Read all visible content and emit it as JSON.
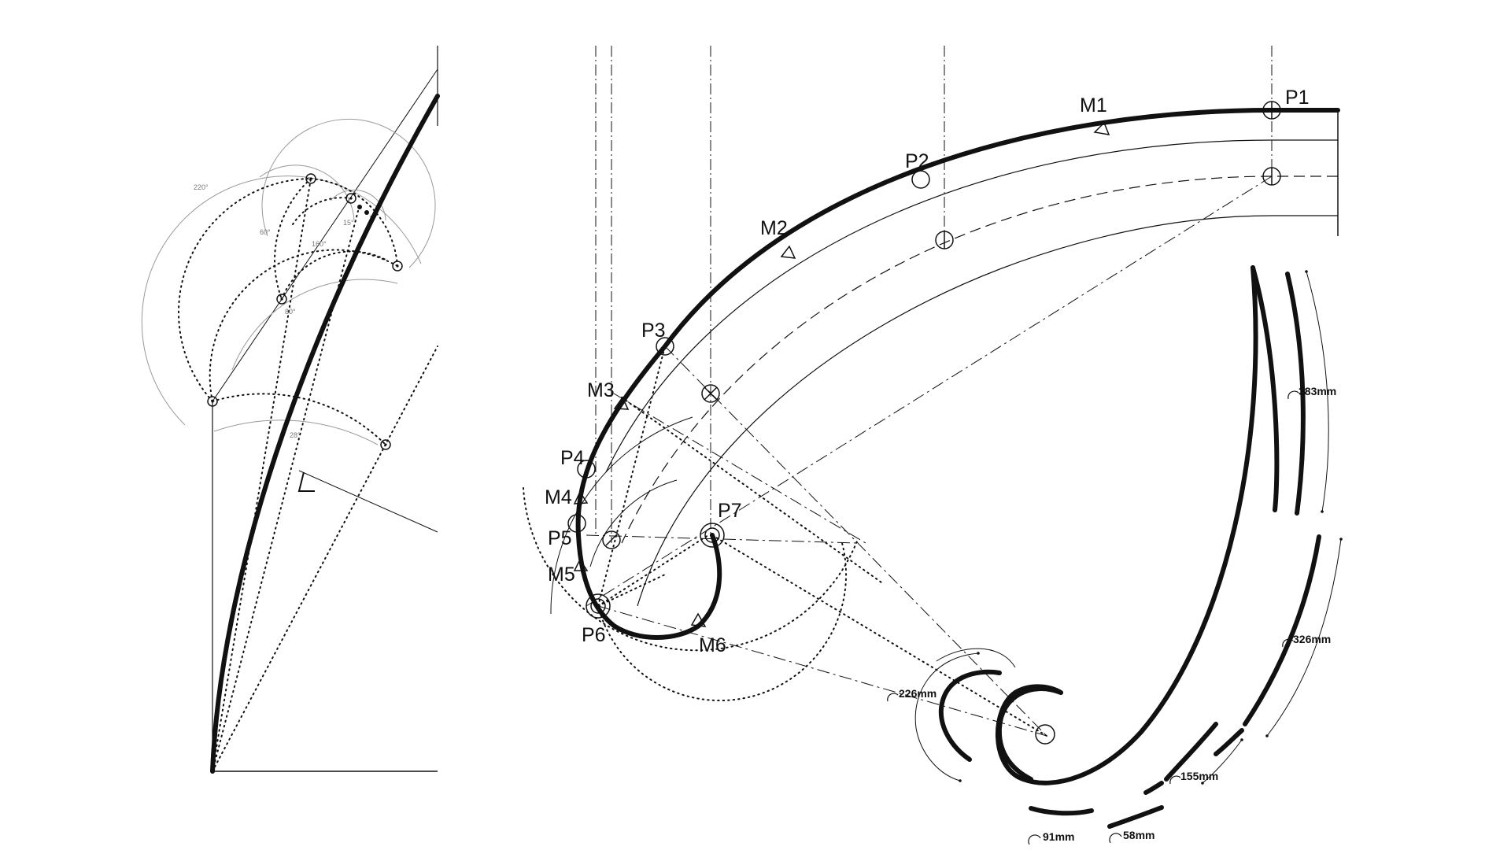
{
  "diagram": {
    "point_labels": [
      "P1",
      "P2",
      "P3",
      "P4",
      "P5",
      "P6",
      "P7"
    ],
    "marker_labels": [
      "M1",
      "M2",
      "M3",
      "M4",
      "M5",
      "M6"
    ],
    "dimension_labels": [
      "383mm",
      "326mm",
      "226mm",
      "155mm",
      "91mm",
      "58mm"
    ],
    "angle_labels": [
      "220°",
      "60°",
      "160°",
      "80°",
      "28°",
      "15°"
    ]
  }
}
